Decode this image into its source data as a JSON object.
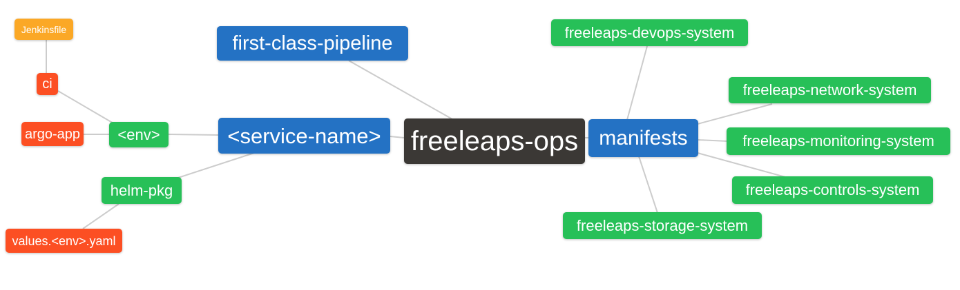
{
  "palette": {
    "root": "#3b3835",
    "branch_blue": "#2472c4",
    "leaf_green": "#27c058",
    "leaf_red": "#fc4f23",
    "leaf_amber": "#fba826",
    "connector": "#cccccc",
    "text": "#ffffff",
    "background": "#ffffff"
  },
  "nodes": {
    "freeleaps_ops": {
      "label": "freeleaps-ops"
    },
    "first_class_pipeline": {
      "label": "first-class-pipeline"
    },
    "service_name": {
      "label": "<service-name>"
    },
    "manifests": {
      "label": "manifests"
    },
    "env": {
      "label": "<env>"
    },
    "helm_pkg": {
      "label": "helm-pkg"
    },
    "ci": {
      "label": "ci"
    },
    "argo_app": {
      "label": "argo-app"
    },
    "jenkinsfile": {
      "label": "Jenkinsfile"
    },
    "values_env_yaml": {
      "label": "values.<env>.yaml"
    },
    "devops_system": {
      "label": "freeleaps-devops-system"
    },
    "network_system": {
      "label": "freeleaps-network-system"
    },
    "monitoring_system": {
      "label": "freeleaps-monitoring-system"
    },
    "controls_system": {
      "label": "freeleaps-controls-system"
    },
    "storage_system": {
      "label": "freeleaps-storage-system"
    }
  },
  "edges": [
    {
      "from": "jenkinsfile",
      "to": "ci"
    },
    {
      "from": "ci",
      "to": "env"
    },
    {
      "from": "argo_app",
      "to": "env"
    },
    {
      "from": "env",
      "to": "service_name"
    },
    {
      "from": "helm_pkg",
      "to": "service_name"
    },
    {
      "from": "values_env_yaml",
      "to": "helm_pkg"
    },
    {
      "from": "first_class_pipeline",
      "to": "freeleaps_ops"
    },
    {
      "from": "service_name",
      "to": "freeleaps_ops"
    },
    {
      "from": "freeleaps_ops",
      "to": "manifests"
    },
    {
      "from": "manifests",
      "to": "devops_system"
    },
    {
      "from": "manifests",
      "to": "network_system"
    },
    {
      "from": "manifests",
      "to": "monitoring_system"
    },
    {
      "from": "manifests",
      "to": "controls_system"
    },
    {
      "from": "manifests",
      "to": "storage_system"
    }
  ]
}
